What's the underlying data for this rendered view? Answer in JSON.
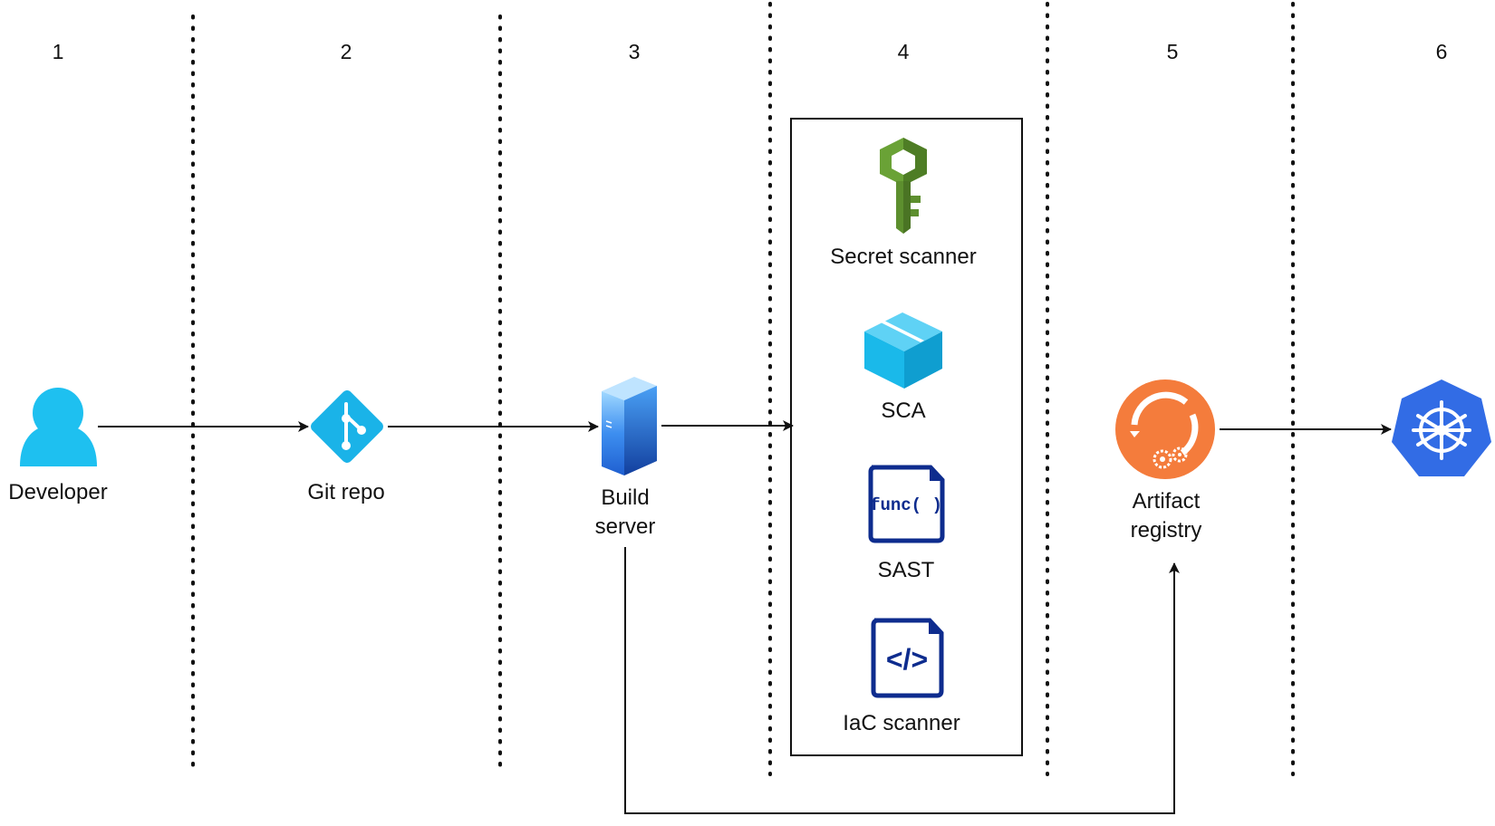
{
  "stages": [
    "1",
    "2",
    "3",
    "4",
    "5",
    "6"
  ],
  "nodes": {
    "developer": {
      "label": "Developer",
      "icon": "user-icon",
      "color": "#1ec0f0"
    },
    "git_repo": {
      "label": "Git repo",
      "icon": "git-icon",
      "color": "#1ab3e8"
    },
    "build_server": {
      "label_line1": "Build",
      "label_line2": "server",
      "icon": "server-icon",
      "color": "#2f7fe0"
    },
    "scanners": {
      "secret": {
        "label": "Secret scanner",
        "icon": "key-icon",
        "color": "#5d8f2e"
      },
      "sca": {
        "label": "SCA",
        "icon": "package-box-icon",
        "color": "#12b9ea"
      },
      "sast": {
        "label": "SAST",
        "icon": "func-code-file-icon",
        "text": "func( )",
        "color": "#0e2c8e"
      },
      "iac": {
        "label": "IaC scanner",
        "icon": "code-file-icon",
        "text": "</>",
        "color": "#0e2c8e"
      }
    },
    "artifact_registry": {
      "label_line1": "Artifact",
      "label_line2": "registry",
      "icon": "registry-icon",
      "color": "#f47c3c"
    },
    "kubernetes": {
      "icon": "kubernetes-helm-icon",
      "color": "#326ce5"
    }
  }
}
